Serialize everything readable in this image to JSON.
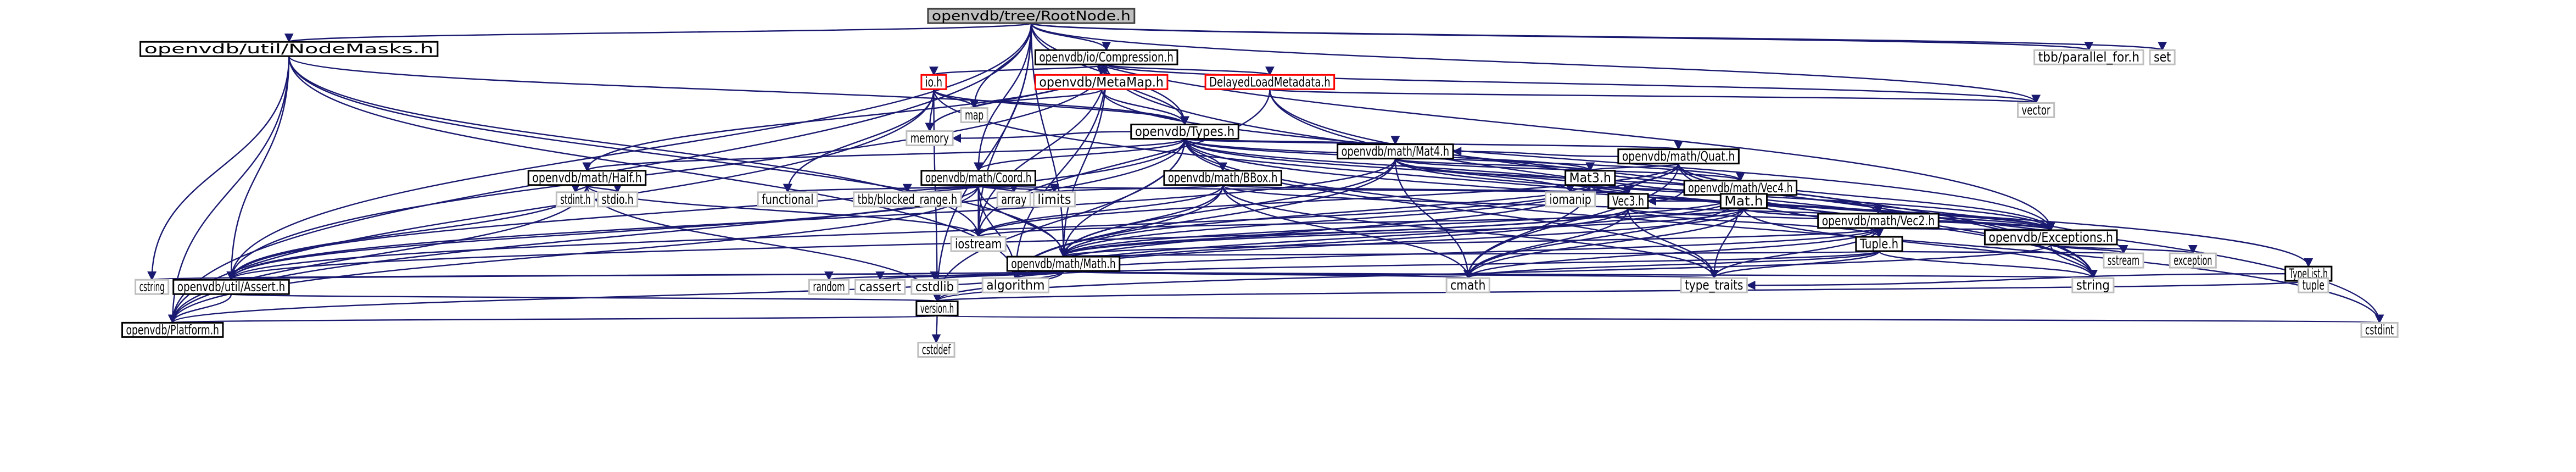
{
  "title": "openvdb/tree/RootNode.h include dependency graph",
  "colors": {
    "edge": "#191970",
    "root_fill": "#bfbfbf",
    "documented_border": "#000000",
    "undocumented_border": "#ff0000",
    "system_border": "#bfbfbf"
  },
  "nodes": [
    {
      "id": "root",
      "label": "openvdb/tree/RootNode.h",
      "kind": "root"
    },
    {
      "id": "nodemasks",
      "label": "openvdb/util/NodeMasks.h",
      "kind": "doc"
    },
    {
      "id": "compression",
      "label": "openvdb/io/Compression.h",
      "kind": "doc"
    },
    {
      "id": "ioh",
      "label": "io.h",
      "kind": "undoc"
    },
    {
      "id": "metamap",
      "label": "openvdb/MetaMap.h",
      "kind": "undoc"
    },
    {
      "id": "delayed",
      "label": "DelayedLoadMetadata.h",
      "kind": "undoc"
    },
    {
      "id": "parallel_for",
      "label": "tbb/parallel_for.h",
      "kind": "sys"
    },
    {
      "id": "set",
      "label": "set",
      "kind": "sys"
    },
    {
      "id": "map",
      "label": "map",
      "kind": "sys"
    },
    {
      "id": "memory",
      "label": "memory",
      "kind": "sys"
    },
    {
      "id": "types",
      "label": "openvdb/Types.h",
      "kind": "doc"
    },
    {
      "id": "vector",
      "label": "vector",
      "kind": "sys"
    },
    {
      "id": "mat4",
      "label": "openvdb/math/Mat4.h",
      "kind": "doc"
    },
    {
      "id": "quat",
      "label": "openvdb/math/Quat.h",
      "kind": "doc"
    },
    {
      "id": "half",
      "label": "openvdb/math/Half.h",
      "kind": "doc"
    },
    {
      "id": "coord",
      "label": "openvdb/math/Coord.h",
      "kind": "doc"
    },
    {
      "id": "bbox",
      "label": "openvdb/math/BBox.h",
      "kind": "doc"
    },
    {
      "id": "mat3",
      "label": "Mat3.h",
      "kind": "doc"
    },
    {
      "id": "vec4",
      "label": "openvdb/math/Vec4.h",
      "kind": "doc"
    },
    {
      "id": "stdint",
      "label": "stdint.h",
      "kind": "sys"
    },
    {
      "id": "stdio",
      "label": "stdio.h",
      "kind": "sys"
    },
    {
      "id": "functional",
      "label": "functional",
      "kind": "sys"
    },
    {
      "id": "blocked_range",
      "label": "tbb/blocked_range.h",
      "kind": "sys"
    },
    {
      "id": "array",
      "label": "array",
      "kind": "sys"
    },
    {
      "id": "limits",
      "label": "limits",
      "kind": "sys"
    },
    {
      "id": "iomanip",
      "label": "iomanip",
      "kind": "sys"
    },
    {
      "id": "vec3",
      "label": "Vec3.h",
      "kind": "doc"
    },
    {
      "id": "math_mat",
      "label": "Mat.h",
      "kind": "doc"
    },
    {
      "id": "vec2",
      "label": "openvdb/math/Vec2.h",
      "kind": "doc"
    },
    {
      "id": "iostream",
      "label": "iostream",
      "kind": "sys"
    },
    {
      "id": "exceptions",
      "label": "openvdb/Exceptions.h",
      "kind": "doc"
    },
    {
      "id": "tuple_h",
      "label": "Tuple.h",
      "kind": "doc"
    },
    {
      "id": "mathh",
      "label": "openvdb/math/Math.h",
      "kind": "doc"
    },
    {
      "id": "sstream",
      "label": "sstream",
      "kind": "sys"
    },
    {
      "id": "exception",
      "label": "exception",
      "kind": "sys"
    },
    {
      "id": "typelist",
      "label": "TypeList.h",
      "kind": "doc"
    },
    {
      "id": "cstring",
      "label": "cstring",
      "kind": "sys"
    },
    {
      "id": "assert",
      "label": "openvdb/util/Assert.h",
      "kind": "doc"
    },
    {
      "id": "random",
      "label": "random",
      "kind": "sys"
    },
    {
      "id": "cassert",
      "label": "cassert",
      "kind": "sys"
    },
    {
      "id": "cstdlib",
      "label": "cstdlib",
      "kind": "sys"
    },
    {
      "id": "algorithm",
      "label": "algorithm",
      "kind": "sys"
    },
    {
      "id": "cmath",
      "label": "cmath",
      "kind": "sys"
    },
    {
      "id": "type_traits",
      "label": "type_traits",
      "kind": "sys"
    },
    {
      "id": "string",
      "label": "string",
      "kind": "sys"
    },
    {
      "id": "tuple",
      "label": "tuple",
      "kind": "sys"
    },
    {
      "id": "version",
      "label": "version.h",
      "kind": "doc"
    },
    {
      "id": "platform",
      "label": "openvdb/Platform.h",
      "kind": "doc"
    },
    {
      "id": "cstddef",
      "label": "cstddef",
      "kind": "sys"
    },
    {
      "id": "cstdint",
      "label": "cstdint",
      "kind": "sys"
    }
  ],
  "edges": [
    [
      "root",
      "nodemasks"
    ],
    [
      "root",
      "compression"
    ],
    [
      "root",
      "map"
    ],
    [
      "root",
      "types"
    ],
    [
      "root",
      "parallel_for"
    ],
    [
      "root",
      "set"
    ],
    [
      "root",
      "vector"
    ],
    [
      "root",
      "exceptions"
    ],
    [
      "root",
      "mathh"
    ],
    [
      "root",
      "assert"
    ],
    [
      "root",
      "platform"
    ],
    [
      "root",
      "version"
    ],
    [
      "root",
      "coord"
    ],
    [
      "root",
      "iostream"
    ],
    [
      "nodemasks",
      "types"
    ],
    [
      "nodemasks",
      "mathh"
    ],
    [
      "nodemasks",
      "assert"
    ],
    [
      "nodemasks",
      "platform"
    ],
    [
      "nodemasks",
      "cstring"
    ],
    [
      "nodemasks",
      "iostream"
    ],
    [
      "nodemasks",
      "algorithm"
    ],
    [
      "compression",
      "ioh"
    ],
    [
      "compression",
      "metamap"
    ],
    [
      "compression",
      "types"
    ],
    [
      "compression",
      "delayed"
    ],
    [
      "compression",
      "memory"
    ],
    [
      "compression",
      "assert"
    ],
    [
      "compression",
      "mathh"
    ],
    [
      "compression",
      "string"
    ],
    [
      "compression",
      "vector"
    ],
    [
      "compression",
      "algorithm"
    ],
    [
      "compression",
      "iostream"
    ],
    [
      "compression",
      "half"
    ],
    [
      "ioh",
      "map"
    ],
    [
      "ioh",
      "memory"
    ],
    [
      "ioh",
      "types"
    ],
    [
      "ioh",
      "platform"
    ],
    [
      "ioh",
      "string"
    ],
    [
      "ioh",
      "functional"
    ],
    [
      "ioh",
      "version"
    ],
    [
      "metamap",
      "map"
    ],
    [
      "metamap",
      "types"
    ],
    [
      "metamap",
      "exceptions"
    ],
    [
      "delayed",
      "vector"
    ],
    [
      "delayed",
      "cstdint"
    ],
    [
      "delayed",
      "string"
    ],
    [
      "delayed",
      "iostream"
    ],
    [
      "types",
      "memory"
    ],
    [
      "types",
      "mat4"
    ],
    [
      "types",
      "quat"
    ],
    [
      "types",
      "half"
    ],
    [
      "types",
      "coord"
    ],
    [
      "types",
      "bbox"
    ],
    [
      "types",
      "mat3"
    ],
    [
      "types",
      "vec4"
    ],
    [
      "types",
      "vec3"
    ],
    [
      "types",
      "vec2"
    ],
    [
      "types",
      "mathh"
    ],
    [
      "types",
      "typelist"
    ],
    [
      "types",
      "platform"
    ],
    [
      "types",
      "version"
    ],
    [
      "types",
      "assert"
    ],
    [
      "types",
      "type_traits"
    ],
    [
      "types",
      "cstdint"
    ],
    [
      "mat4",
      "mat3"
    ],
    [
      "mat4",
      "vec3"
    ],
    [
      "mat4",
      "vec4"
    ],
    [
      "mat4",
      "iomanip"
    ],
    [
      "mat4",
      "algorithm"
    ],
    [
      "mat4",
      "cmath"
    ],
    [
      "mat4",
      "mathh"
    ],
    [
      "mat4",
      "assert"
    ],
    [
      "mat4",
      "exceptions"
    ],
    [
      "quat",
      "mat3"
    ],
    [
      "quat",
      "mat4"
    ],
    [
      "quat",
      "vec3"
    ],
    [
      "quat",
      "math_mat"
    ],
    [
      "quat",
      "mathh"
    ],
    [
      "quat",
      "exceptions"
    ],
    [
      "quat",
      "cmath"
    ],
    [
      "quat",
      "iostream"
    ],
    [
      "quat",
      "sstream"
    ],
    [
      "quat",
      "string"
    ],
    [
      "half",
      "stdint"
    ],
    [
      "half",
      "stdio"
    ],
    [
      "half",
      "iostream"
    ],
    [
      "half",
      "platform"
    ],
    [
      "half",
      "version"
    ],
    [
      "half",
      "assert"
    ],
    [
      "coord",
      "functional"
    ],
    [
      "coord",
      "blocked_range"
    ],
    [
      "coord",
      "array"
    ],
    [
      "coord",
      "limits"
    ],
    [
      "coord",
      "iostream"
    ],
    [
      "coord",
      "mathh"
    ],
    [
      "coord",
      "vec3"
    ],
    [
      "coord",
      "algorithm"
    ],
    [
      "coord",
      "platform"
    ],
    [
      "coord",
      "assert"
    ],
    [
      "bbox",
      "vec3"
    ],
    [
      "bbox",
      "mathh"
    ],
    [
      "bbox",
      "limits"
    ],
    [
      "bbox",
      "iostream"
    ],
    [
      "bbox",
      "algorithm"
    ],
    [
      "bbox",
      "cmath"
    ],
    [
      "bbox",
      "type_traits"
    ],
    [
      "bbox",
      "exceptions"
    ],
    [
      "mat3",
      "vec3"
    ],
    [
      "mat3",
      "math_mat"
    ],
    [
      "mat3",
      "iomanip"
    ],
    [
      "mat3",
      "algorithm"
    ],
    [
      "mat3",
      "cmath"
    ],
    [
      "mat3",
      "exceptions"
    ],
    [
      "mat3",
      "assert"
    ],
    [
      "mat3",
      "mathh"
    ],
    [
      "vec4",
      "vec3"
    ],
    [
      "vec4",
      "tuple_h"
    ],
    [
      "vec4",
      "mathh"
    ],
    [
      "vec4",
      "exceptions"
    ],
    [
      "vec4",
      "algorithm"
    ],
    [
      "vec4",
      "cmath"
    ],
    [
      "vec4",
      "type_traits"
    ],
    [
      "vec3",
      "tuple_h"
    ],
    [
      "vec3",
      "mathh"
    ],
    [
      "vec3",
      "exceptions"
    ],
    [
      "vec3",
      "algorithm"
    ],
    [
      "vec3",
      "cmath"
    ],
    [
      "vec3",
      "type_traits"
    ],
    [
      "vec3",
      "assert"
    ],
    [
      "math_mat",
      "vec3"
    ],
    [
      "math_mat",
      "mathh"
    ],
    [
      "math_mat",
      "exceptions"
    ],
    [
      "math_mat",
      "algorithm"
    ],
    [
      "math_mat",
      "cmath"
    ],
    [
      "math_mat",
      "iostream"
    ],
    [
      "math_mat",
      "string"
    ],
    [
      "vec2",
      "tuple_h"
    ],
    [
      "vec2",
      "mathh"
    ],
    [
      "vec2",
      "exceptions"
    ],
    [
      "vec2",
      "algorithm"
    ],
    [
      "vec2",
      "cmath"
    ],
    [
      "vec2",
      "type_traits"
    ],
    [
      "tuple_h",
      "mathh"
    ],
    [
      "tuple_h",
      "cmath"
    ],
    [
      "tuple_h",
      "type_traits"
    ],
    [
      "tuple_h",
      "string"
    ],
    [
      "tuple_h",
      "sstream"
    ],
    [
      "tuple_h",
      "algorithm"
    ],
    [
      "exceptions",
      "sstream"
    ],
    [
      "exceptions",
      "exception"
    ],
    [
      "exceptions",
      "string"
    ],
    [
      "exceptions",
      "version"
    ],
    [
      "mathh",
      "random"
    ],
    [
      "mathh",
      "cassert"
    ],
    [
      "mathh",
      "cstdlib"
    ],
    [
      "mathh",
      "version"
    ],
    [
      "mathh",
      "assert"
    ],
    [
      "mathh",
      "platform"
    ],
    [
      "mathh",
      "algorithm"
    ],
    [
      "mathh",
      "cmath"
    ],
    [
      "mathh",
      "type_traits"
    ],
    [
      "mathh",
      "string"
    ],
    [
      "mathh",
      "cstring"
    ],
    [
      "typelist",
      "tuple"
    ],
    [
      "typelist",
      "type_traits"
    ],
    [
      "typelist",
      "version"
    ],
    [
      "assert",
      "version"
    ],
    [
      "assert",
      "platform"
    ],
    [
      "version",
      "platform"
    ],
    [
      "version",
      "cstddef"
    ],
    [
      "version",
      "cstdint"
    ]
  ]
}
